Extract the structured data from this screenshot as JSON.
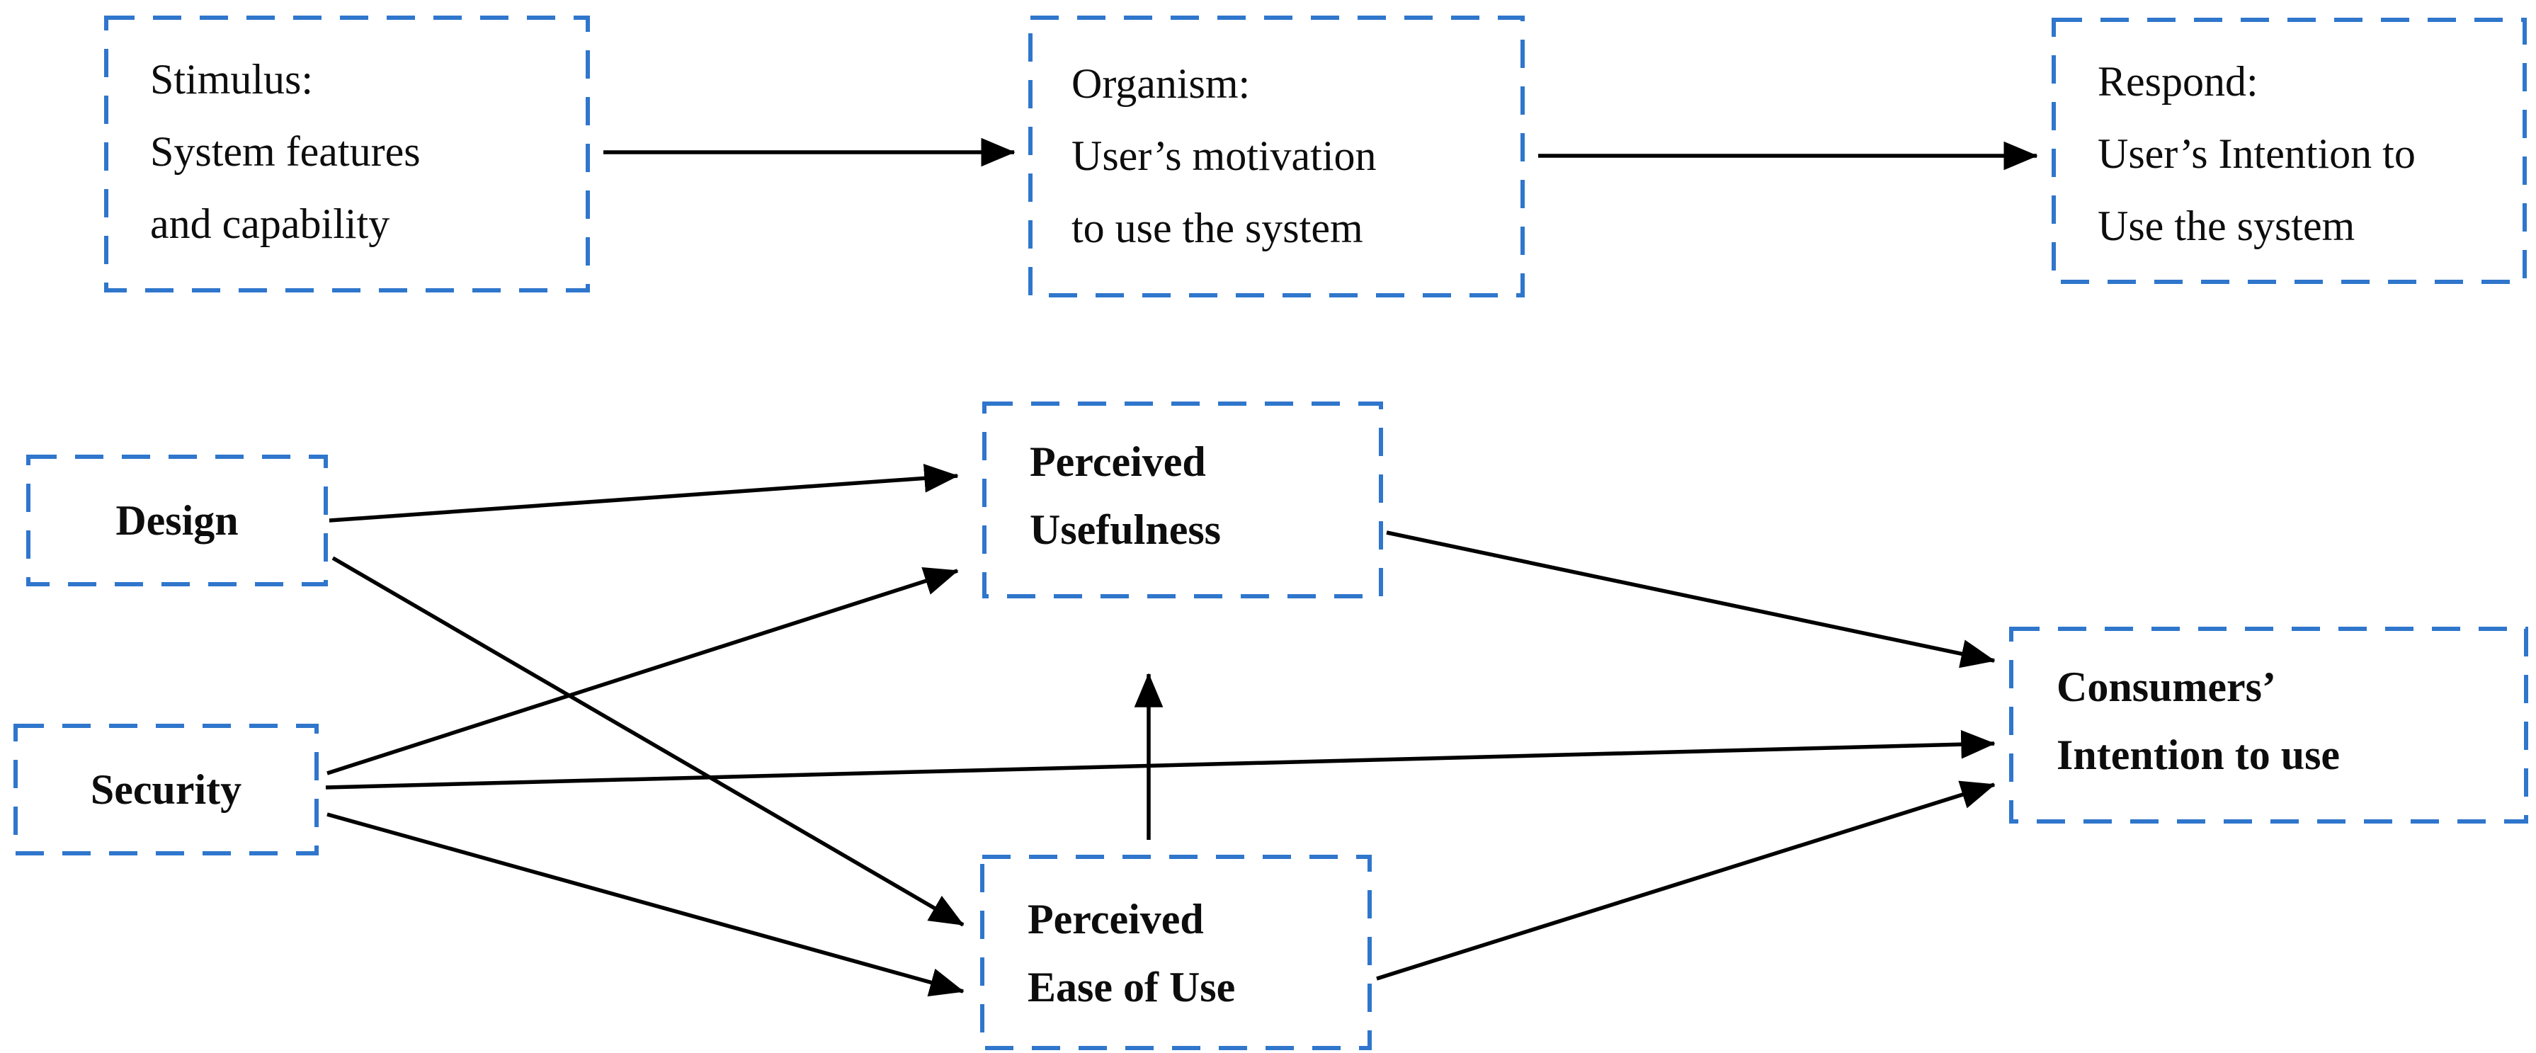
{
  "figure": {
    "colors": {
      "box_border": "#2f76cc",
      "arrow": "#000000",
      "text": "#0d0d0d",
      "background": "#ffffff"
    },
    "sor_row": {
      "stimulus": {
        "line1": "Stimulus:",
        "line2": "System features",
        "line3": "and capability"
      },
      "organism": {
        "line1": "Organism:",
        "line2": "User’s motivation",
        "line3": "to use the system"
      },
      "respond": {
        "line1": "Respond:",
        "line2": "User’s Intention to",
        "line3": "Use the system"
      }
    },
    "tam": {
      "design": {
        "label": "Design"
      },
      "security": {
        "label": "Security"
      },
      "perceived_usefulness": {
        "line1": "Perceived",
        "line2": "Usefulness"
      },
      "perceived_ease_of_use": {
        "line1": "Perceived",
        "line2": "Ease of Use"
      },
      "consumers_intention": {
        "line1": "Consumers’",
        "line2": "Intention to use"
      }
    },
    "relations": [
      {
        "from": "Stimulus",
        "to": "Organism"
      },
      {
        "from": "Organism",
        "to": "Respond"
      },
      {
        "from": "Design",
        "to": "Perceived Usefulness"
      },
      {
        "from": "Design",
        "to": "Perceived Ease of Use"
      },
      {
        "from": "Security",
        "to": "Perceived Usefulness"
      },
      {
        "from": "Security",
        "to": "Consumers' Intention to use"
      },
      {
        "from": "Security",
        "to": "Perceived Ease of Use"
      },
      {
        "from": "Perceived Ease of Use",
        "to": "Perceived Usefulness"
      },
      {
        "from": "Perceived Usefulness",
        "to": "Consumers' Intention to use"
      },
      {
        "from": "Perceived Ease of Use",
        "to": "Consumers' Intention to use"
      }
    ]
  }
}
